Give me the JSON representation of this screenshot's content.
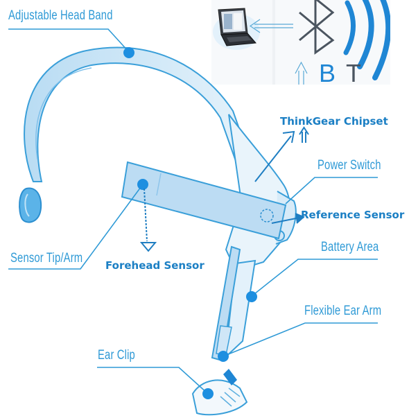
{
  "labels": {
    "adjustable_head_band": "Adjustable Head Band",
    "power_switch": "Power Switch",
    "battery_area": "Battery Area",
    "flexible_ear_arm": "Flexible Ear Arm",
    "ear_clip": "Ear Clip",
    "sensor_tip_arm": "Sensor Tip/Arm"
  },
  "annotations": {
    "thinkgear_chipset": "ThinkGear Chipset",
    "reference_sensor": "Reference Sensor",
    "forehead_sensor": "Forehead Sensor"
  },
  "bluetooth_logo_text": "BT",
  "colors": {
    "line_blue": "#2f9ad6",
    "dot_blue": "#1e8fe0",
    "device_fill": "#cfe6f7",
    "annotation_blue": "#1b7fc4"
  }
}
